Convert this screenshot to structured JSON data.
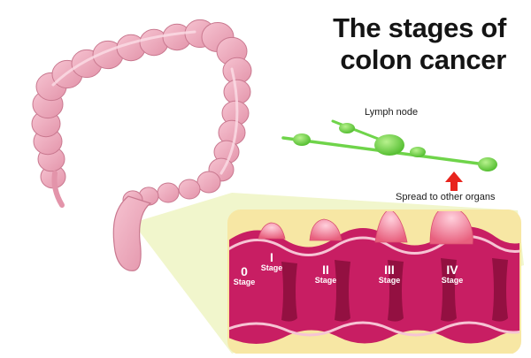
{
  "title": {
    "line1": "The stages of",
    "line2": "colon cancer"
  },
  "labels": {
    "lymph_node": "Lymph node",
    "spread": "Spread to other organs"
  },
  "stages": [
    {
      "numeral": "0",
      "word": "Stage"
    },
    {
      "numeral": "I",
      "word": "Stage"
    },
    {
      "numeral": "II",
      "word": "Stage"
    },
    {
      "numeral": "III",
      "word": "Stage"
    },
    {
      "numeral": "IV",
      "word": "Stage"
    }
  ],
  "colors": {
    "colon": "#EBA6B8",
    "colon_shade": "#C9788F",
    "lymph": "#6FD44A",
    "arrow": "#E8241D",
    "wall": "#C81E63",
    "wall_dark": "#8E0F3E",
    "wall_light": "#F6C4D4",
    "fat": "#F7E7A4",
    "tumor": "#EF7E97"
  }
}
